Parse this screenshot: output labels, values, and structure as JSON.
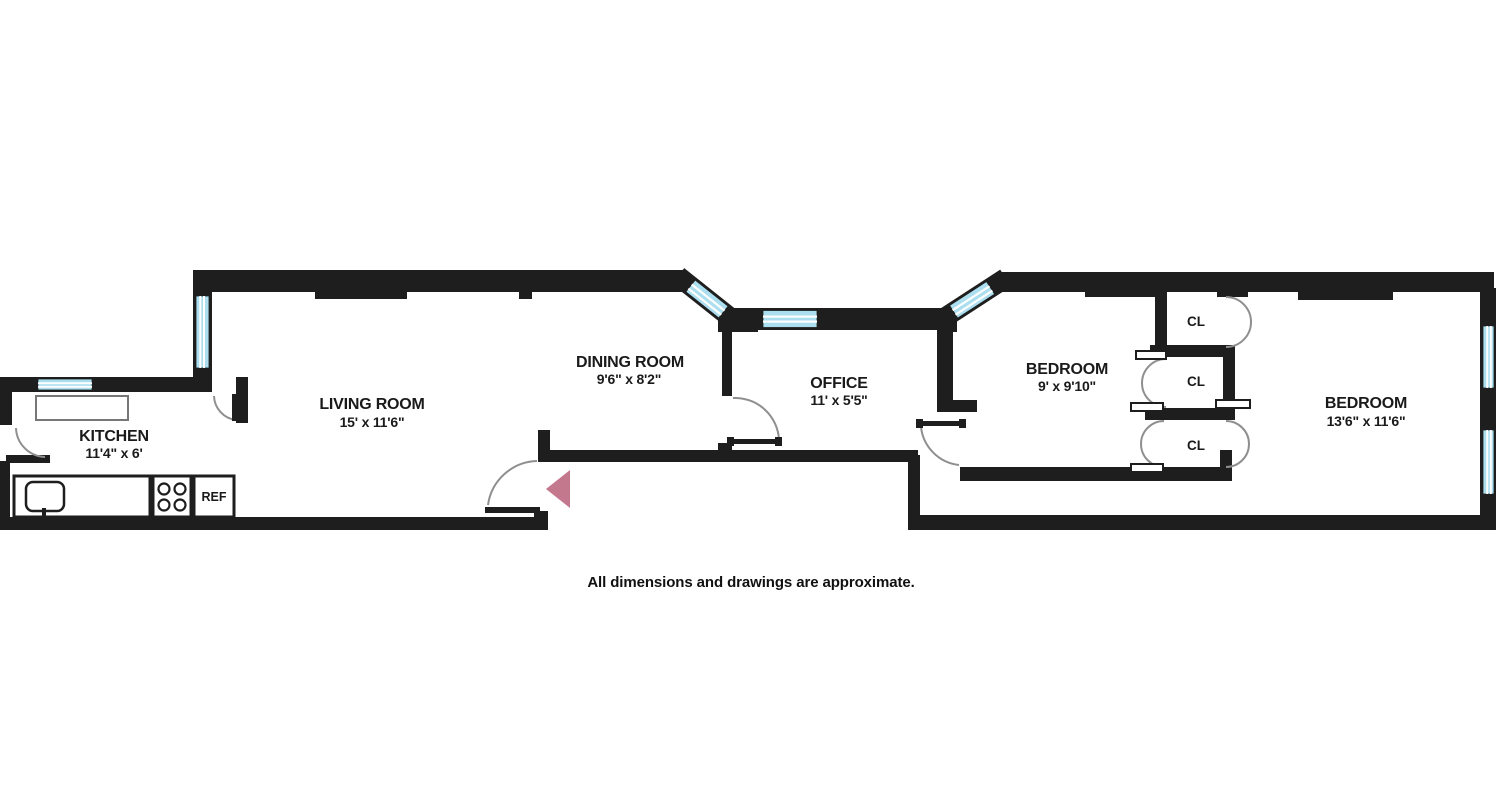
{
  "plan": {
    "colors": {
      "wall": "#1e1e1e",
      "window_glass": "#abdff0",
      "door_arc": "#8f8f8f",
      "entry_arrow": "#c4788e",
      "text": "#1a1a1a"
    },
    "rooms": [
      {
        "id": "kitchen",
        "name": "KITCHEN",
        "dims": "11'4\" x 6'"
      },
      {
        "id": "living-room",
        "name": "LIVING ROOM",
        "dims": "15' x 11'6\""
      },
      {
        "id": "dining-room",
        "name": "DINING ROOM",
        "dims": "9'6\" x 8'2\""
      },
      {
        "id": "office",
        "name": "OFFICE",
        "dims": "11' x 5'5\""
      },
      {
        "id": "bedroom-1",
        "name": "BEDROOM",
        "dims": "9' x 9'10\""
      },
      {
        "id": "bedroom-2",
        "name": "BEDROOM",
        "dims": "13'6\" x 11'6\""
      }
    ],
    "closets": [
      {
        "label": "CL"
      },
      {
        "label": "CL"
      },
      {
        "label": "CL"
      }
    ],
    "appliances": {
      "refrigerator_label": "REF"
    },
    "disclaimer": "All dimensions and drawings are approximate."
  }
}
